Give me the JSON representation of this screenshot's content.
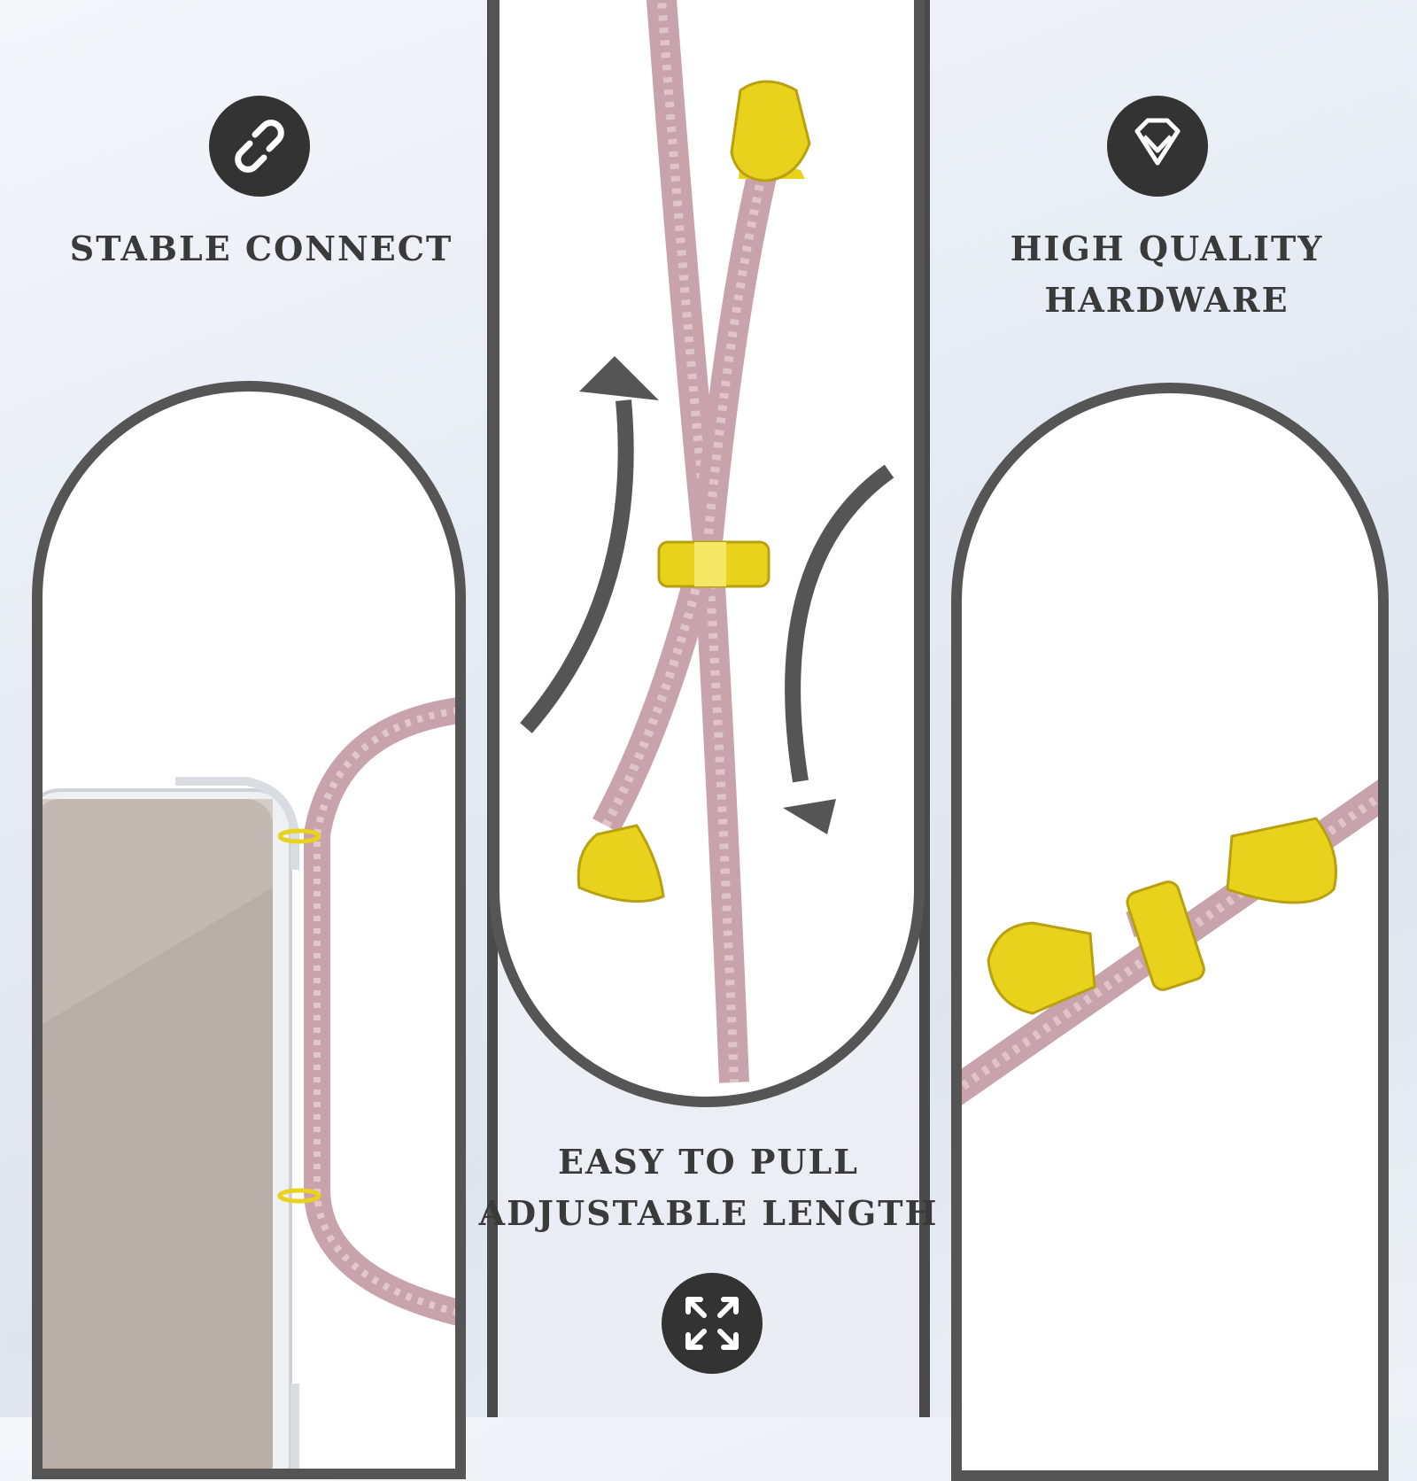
{
  "features": {
    "stable": {
      "title": "STABLE CONNECT",
      "icon": "chain-link-icon"
    },
    "quality": {
      "title_line1": "HIGH QUALITY",
      "title_line2": "HARDWARE",
      "icon": "diamond-icon"
    },
    "pull": {
      "title_line1": "EASY TO PULL",
      "title_line2": "ADJUSTABLE LENGTH",
      "icon": "expand-arrows-icon"
    }
  },
  "colors": {
    "frame": "#555555",
    "icon_bg": "#333333",
    "cord": "#c9a3ab",
    "gold": "#e8d21c",
    "text": "#3a3a3a"
  }
}
